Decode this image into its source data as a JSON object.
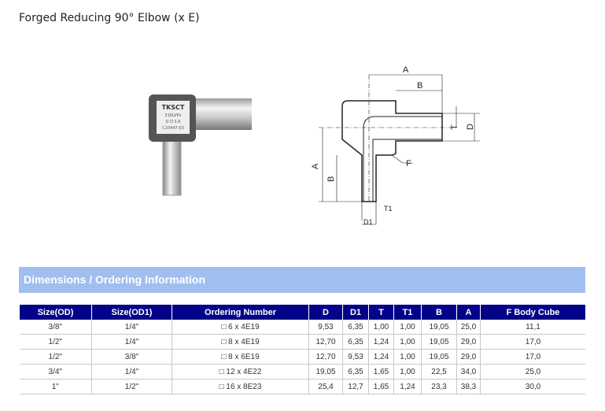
{
  "title": "Forged Reducing 90° Elbow (x E)",
  "photo": {
    "label_lines": [
      "TKSCT",
      "316LVPx",
      "D O S 6",
      "C10447-03"
    ]
  },
  "drawing": {
    "labels": {
      "A": "A",
      "B": "B",
      "T": "T",
      "D": "D",
      "F": "F",
      "T1": "T1",
      "D1": "D1"
    }
  },
  "section_title": "Dimensions / Ordering Information",
  "table": {
    "headers": [
      "Size(OD)",
      "Size(OD1)",
      "Ordering Number",
      "D",
      "D1",
      "T",
      "T1",
      "B",
      "A",
      "F Body Cube"
    ],
    "rows": [
      [
        "3/8\"",
        "1/4\"",
        "□ 6 x 4E19",
        "9,53",
        "6,35",
        "1,00",
        "1,00",
        "19,05",
        "25,0",
        "11,1"
      ],
      [
        "1/2\"",
        "1/4\"",
        "□ 8 x 4E19",
        "12,70",
        "6,35",
        "1,24",
        "1,00",
        "19,05",
        "29,0",
        "17,0"
      ],
      [
        "1/2\"",
        "3/8\"",
        "□ 8 x 6E19",
        "12,70",
        "9,53",
        "1,24",
        "1,00",
        "19,05",
        "29,0",
        "17,0"
      ],
      [
        "3/4\"",
        "1/4\"",
        "□ 12 x 4E22",
        "19,05",
        "6,35",
        "1,65",
        "1,00",
        "22,5",
        "34,0",
        "25,0"
      ],
      [
        "1\"",
        "1/2\"",
        "□ 16 x 8E23",
        "25,4",
        "12,7",
        "1,65",
        "1,24",
        "23,3",
        "38,3",
        "30,0"
      ]
    ]
  }
}
